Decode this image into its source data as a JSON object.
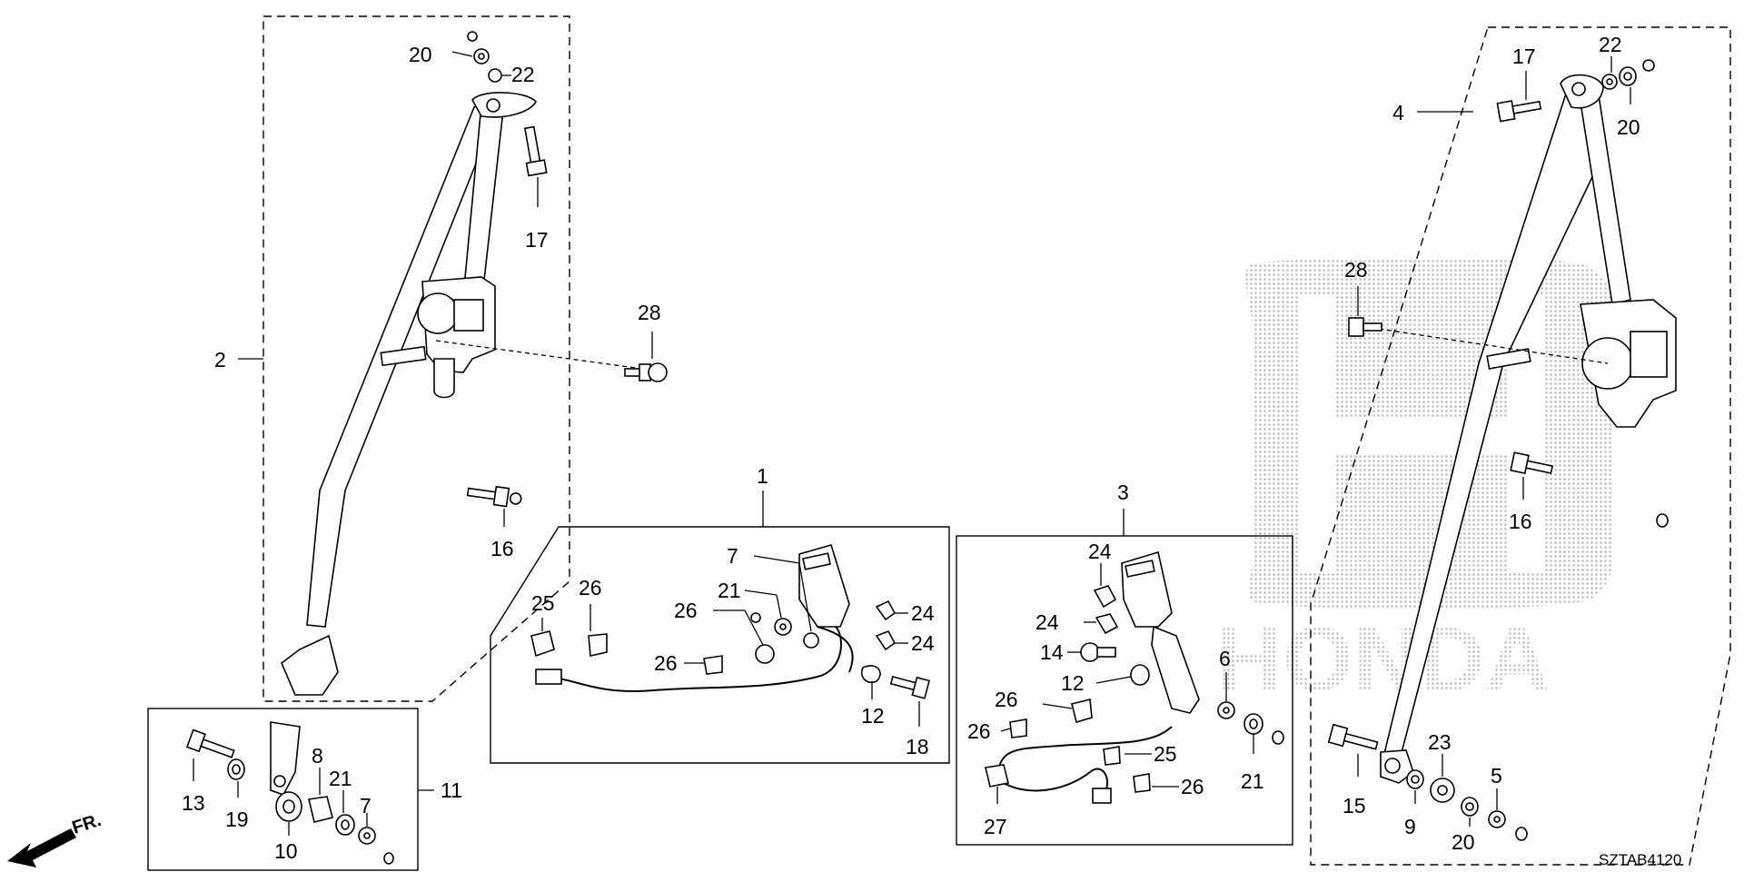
{
  "diagram": {
    "code": "SZTAB4120",
    "direction_label": "FR.",
    "group_labels": {
      "g1": "1",
      "g2": "2",
      "g3": "3",
      "g4": "4",
      "g11": "11"
    },
    "callouts": {
      "c20a": "20",
      "c22a": "22",
      "c17a": "17",
      "c28a": "28",
      "c16a": "16",
      "c25a": "25",
      "c26a": "26",
      "c7a": "7",
      "c21a": "21",
      "c26b": "26",
      "c26c": "26",
      "c24a": "24",
      "c24b": "24",
      "c12a": "12",
      "c18a": "18",
      "c13a": "13",
      "c19a": "19",
      "c8a": "8",
      "c21b": "21",
      "c7b": "7",
      "c10a": "10",
      "c24c": "24",
      "c24d": "24",
      "c14a": "14",
      "c12b": "12",
      "c6a": "6",
      "c26d": "26",
      "c26e": "26",
      "c25b": "25",
      "c21c": "21",
      "c26f": "26",
      "c27a": "27",
      "c17b": "17",
      "c22b": "22",
      "c20b": "20",
      "c28b": "28",
      "c16b": "16",
      "c15a": "15",
      "c23a": "23",
      "c5a": "5",
      "c9a": "9",
      "c20c": "20"
    },
    "watermark": "HONDA"
  }
}
